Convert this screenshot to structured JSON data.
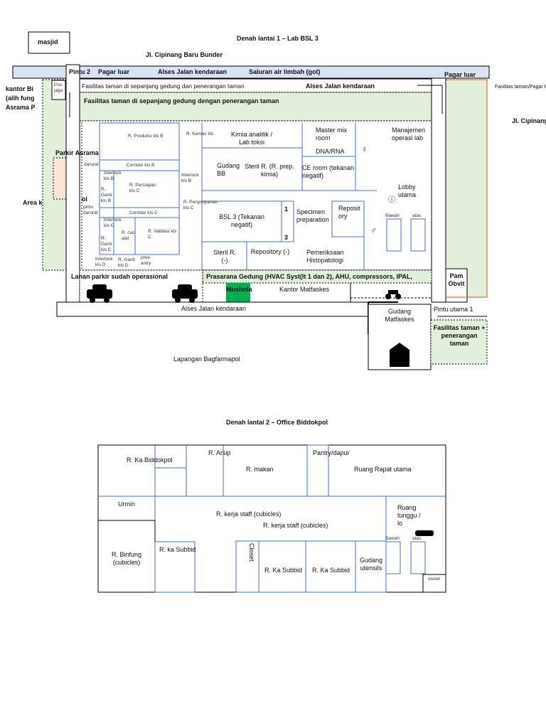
{
  "floor1": {
    "title": "Denah lantai 1 – Lab BSL 3",
    "street_top": "Jl. Cipinang Baru Bunder",
    "street_right": "Jl. Cipinang",
    "masjid": "masjid",
    "pintu2": "Pintu 2",
    "pagar_luar_left": "Pagar luar",
    "pagar_luar_right": "Pagar luar",
    "akses_top": "Alses Jalan kendaraan",
    "saluran": "Saluran air limbah (got)",
    "akses_inner": "Alses Jalan kendaraan",
    "pos_jaga": "Pos jaga",
    "fasilitas_overlap": "Fasilitas taman di sepanjang gedung dan penerangan taman",
    "fasilitas_band": "Fasilitas taman di sepanjang gedung dengan penerangan taman",
    "right_overlap": "Fasilitas taman/Pagar luar jalan",
    "left_labels": [
      "kantor Bi",
      "(alih fung",
      "Asrama P"
    ],
    "area_label": "Area k",
    "area_label_end": "ol",
    "parkir_asrama": "Parkir Asrama",
    "rooms": {
      "produksi": "R.  Produksi kls B",
      "kemas": "R. Kemas   kls",
      "kimia": "Kimia analitik / Lab toksi",
      "master_mix": "Master mix room",
      "dna_rna": "DNA/RNA",
      "manajemen": "Manajemen operasi lab",
      "corridor_b": "Corridor kls B",
      "darurat_top": "darurat",
      "interlock_b1": "Interlock kls B",
      "interlock_b2": "Interlock kls B",
      "gudang_bb": "Gudang BB",
      "steril_prep": "Steril R. (R. prep. kimia)",
      "ce_room": "CE room (tekanan negatif)",
      "lobby": "Lobby utama",
      "ganti_b": "R.  Ganti kls B",
      "persiapan": "R. Persiapan kls C",
      "penyimpanan": "R. Penyimpanan kls C",
      "bsl3": "BSL 3 (Tekanan negatif)",
      "specimen": "Specimen preparation",
      "repository_r": "Reposit ory",
      "bawah": "Bawah",
      "atas": "atas",
      "pintu_darurat": "pintu darurat",
      "corridor_c": "Corridor kls C",
      "interlock_c": "Interlock kls C",
      "cuci": "R.  cuci alat",
      "validasi": "R. Validasi kls C",
      "ganti_c": "R.  Ganti kls C",
      "steril_minus": "Steril R. (-)",
      "repository_minus": "Repository (-)",
      "histo": "Pemeriksaan Histopatologi",
      "interlock_d": "Interlock kls D",
      "ganti_d": "R.  Ganti kls D",
      "pree": "pree antry",
      "num1": "1",
      "num3": "3"
    },
    "lahan_parkir": "Lahan parkir sudah operasional",
    "prasarana": "Prasarana Gedung (HVAC Syst(lt 1 dan 2), AHU, compressors, IPAL,",
    "mushola": "Mushola",
    "kantor_matfaskes": "Kantor Matfaskes",
    "pam_obvit": "Pam Obvit",
    "pintu_utama": "Pintu utama 1",
    "akses_bottom": "Alses Jalan kendaraan",
    "gudang_matfaskes": "Gudang Matfaskes",
    "fasilitas_bottom": "Fasilitas taman + penerangan taman",
    "lapangan": "Lapangan Bagfarmapol"
  },
  "floor2": {
    "title": "Denah lantai 2 – Office Biddokpol",
    "rooms": {
      "ka_biddokpol": "R. Ka Biddokpol",
      "arsip": "R. Arsip",
      "makan": "R. makan",
      "pantry": "Pantry/dapur",
      "rapat": "Ruang Rapat utama",
      "urmin": "Urmin",
      "kerja1": "R. kerja staff (cubicles)",
      "kerja2": "R. kerja staff (cubicles)",
      "tunggu": "Ruang tunggu / lo",
      "binfung": "R. Binfung (cubicles)",
      "ka_subbid1": "R. ka Subbid",
      "closet_v": "Closet",
      "ka_subbid2": "R. Ka Subbid",
      "ka_subbid3": "R. Ka Subbid",
      "gudang_utensils": "Gudang utensils",
      "bawah": "Bawah",
      "atas": "atas",
      "closet": "closet"
    }
  },
  "colors": {
    "road": "#dae3f3",
    "garden": "#e2efda",
    "parking_asrama": "#fbe5d6",
    "mushola": "#00b050",
    "wall": "#4472c4",
    "door": "#e03030"
  }
}
